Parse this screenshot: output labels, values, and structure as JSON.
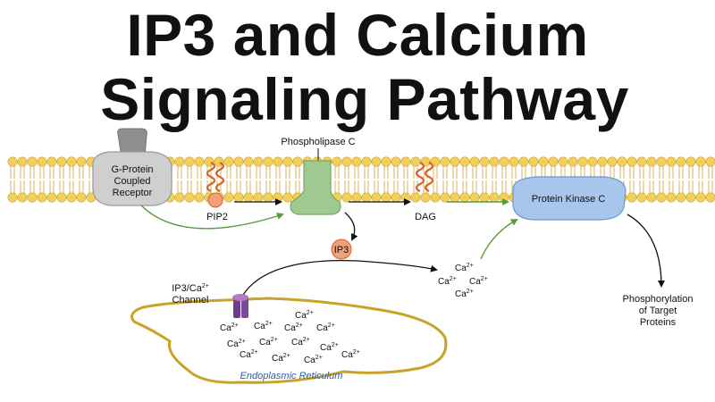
{
  "title": {
    "line1": "IP3 and Calcium",
    "line2": "Signaling Pathway"
  },
  "labels": {
    "gpcr": [
      "G-Protein",
      "Coupled",
      "Receptor"
    ],
    "phospholipase_c": "Phospholipase C",
    "pip2": "PIP2",
    "dag": "DAG",
    "protein_kinase_c": "Protein Kinase C",
    "ip3": "IP3",
    "channel": [
      "IP3/Ca",
      "Channel"
    ],
    "channel_sup": "2+",
    "phosphorylation": [
      "Phosphorylation",
      "of Target",
      "Proteins"
    ],
    "er": "Endoplasmic Reticulum"
  },
  "ions": {
    "symbol": "Ca",
    "charge": "2+",
    "cytosol_count": 4,
    "er_count": 13
  },
  "colors": {
    "membrane_head": "#f2cf5a",
    "membrane_tail": "#e3c98a",
    "receptor": "#c9c9c9",
    "plc": "#9fc98f",
    "lipid": "#e0783c",
    "pkc": "#a8c6ec",
    "ip3": "#f0a07a",
    "channel": "#6b3d8a",
    "er": "#c9a227",
    "er_label": "#2e5ea8",
    "green_arrow": "#5a9a3a"
  }
}
